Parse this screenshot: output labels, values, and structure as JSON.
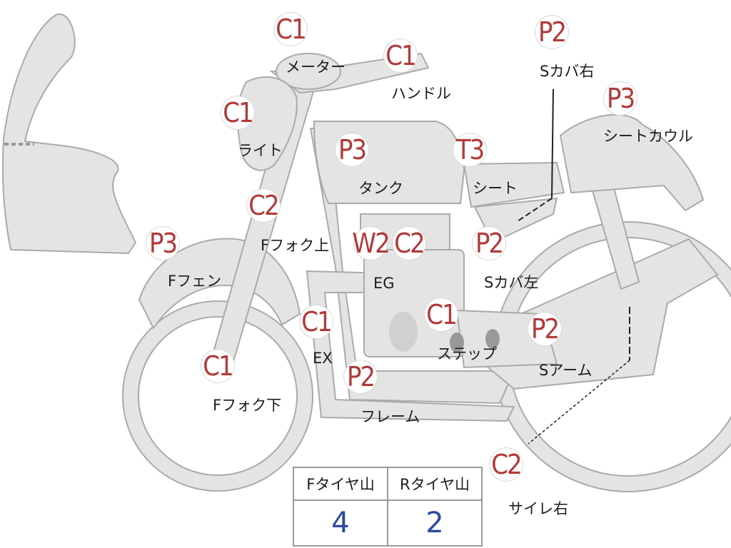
{
  "marks": [
    {
      "id": "meter",
      "grade": "C1",
      "label": "メーター"
    },
    {
      "id": "handle",
      "grade": "C1",
      "label": "ハンドル"
    },
    {
      "id": "light",
      "grade": "C1",
      "label": "ライト"
    },
    {
      "id": "tank",
      "grade": "P3",
      "label": "タンク"
    },
    {
      "id": "seat",
      "grade": "T3",
      "label": "シート"
    },
    {
      "id": "s-cover-right",
      "grade": "P2",
      "label": "Sカバ右"
    },
    {
      "id": "seat-cowl",
      "grade": "P3",
      "label": "シートカウル"
    },
    {
      "id": "f-fork-upper",
      "grade": "C2",
      "label": "Fフォク上"
    },
    {
      "id": "f-fender",
      "grade": "P3",
      "label": "Fフェン"
    },
    {
      "id": "engine",
      "grade": "W2",
      "grade2": "C2",
      "label": "EG"
    },
    {
      "id": "s-cover-left",
      "grade": "P2",
      "label": "Sカバ左"
    },
    {
      "id": "exhaust",
      "grade": "C1",
      "label": "EX"
    },
    {
      "id": "step",
      "grade": "C1",
      "label": "ステップ"
    },
    {
      "id": "s-arm",
      "grade": "P2",
      "label": "Sアーム"
    },
    {
      "id": "f-fork-lower",
      "grade": "C1",
      "label": "Fフォク下"
    },
    {
      "id": "frame",
      "grade": "P2",
      "label": "フレーム"
    },
    {
      "id": "silencer-right",
      "grade": "C2",
      "label": "サイレ右"
    }
  ],
  "tires": {
    "front_header": "Fタイヤ山",
    "rear_header": "Rタイヤ山",
    "front_value": "4",
    "rear_value": "2"
  }
}
